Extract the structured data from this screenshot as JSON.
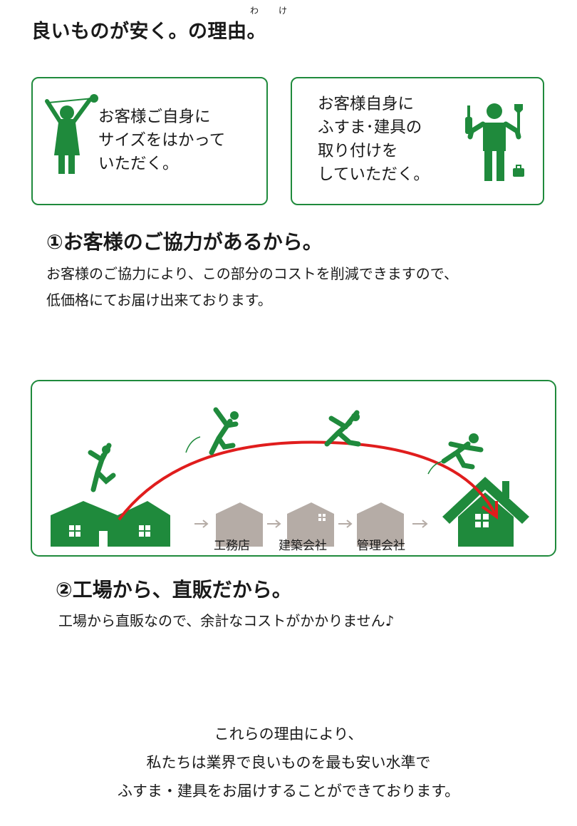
{
  "heading": {
    "title_main": "良いものが安く。の理",
    "title_end": "由。",
    "ruby_wa": "わ",
    "ruby_ke": "け"
  },
  "cards": [
    {
      "text": "お客様ご自身に\nサイズをはかって\nいただく。",
      "icon": "measuring-person-icon"
    },
    {
      "text": "お客様自身に\nふすま･建具の\n取り付けを\nしていただく。",
      "icon": "installer-person-icon"
    }
  ],
  "reason1": {
    "title": "①お客様のご協力があるから。",
    "body": "お客様のご協力により、この部分のコストを削減できますので、\n低価格にてお届け出来ております。"
  },
  "flow": {
    "labels": [
      "工務店",
      "建築会社",
      "管理会社"
    ],
    "colors": {
      "green": "#1f8a3c",
      "gray": "#b5aca6",
      "red": "#e01d1d"
    }
  },
  "reason2": {
    "title": "②工場から、直販だから。",
    "body": "工場から直販なので、余計なコストがかかりません♪"
  },
  "closing": {
    "text": "これらの理由により、\n私たちは業界で良いものを最も安い水準で\nふすま・建具をお届けすることができております。"
  }
}
